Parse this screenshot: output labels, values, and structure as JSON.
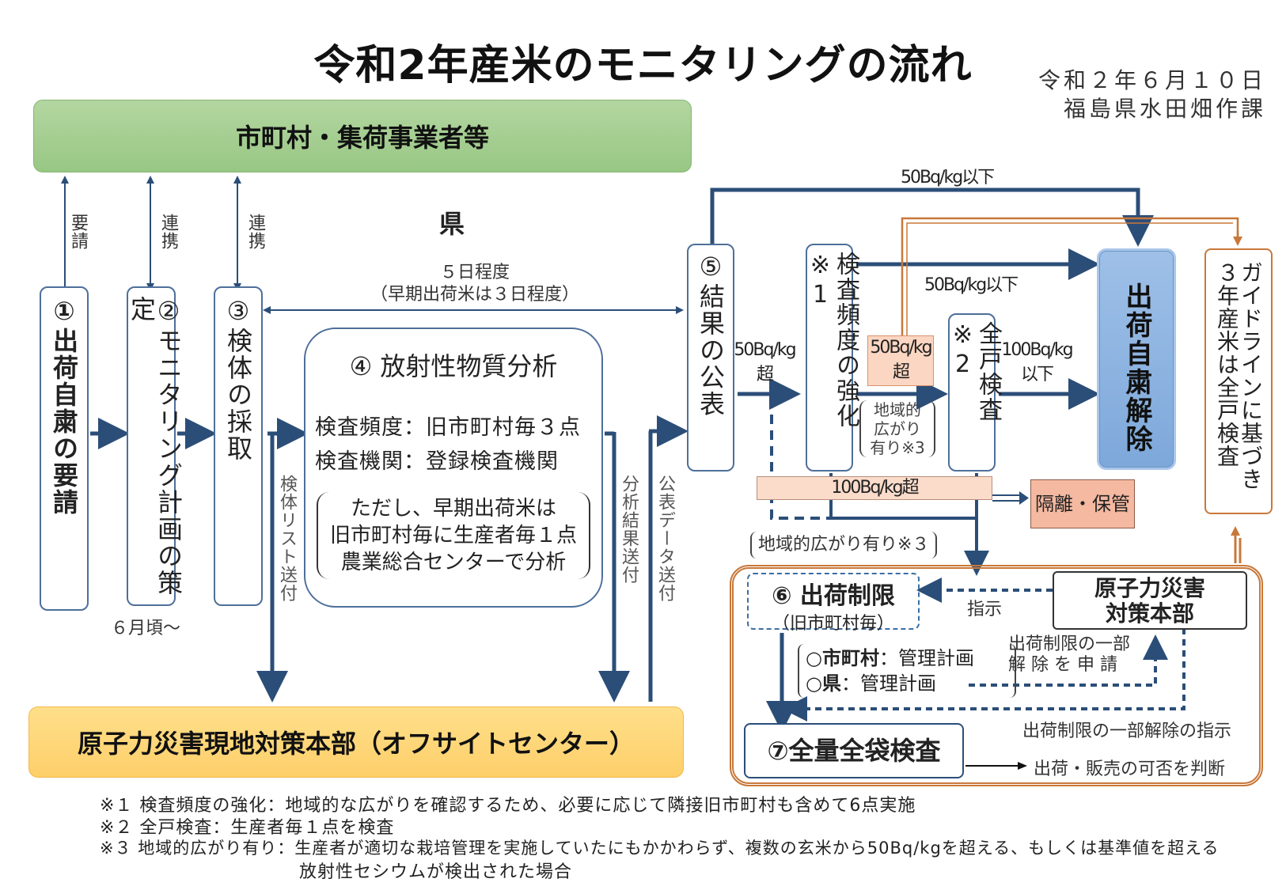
{
  "title": "令和2年産米のモニタリングの流れ",
  "date": [
    "令和２年６月１０日",
    "福島県水田畑作課"
  ],
  "top_box": "市町村・集荷事業者等",
  "bottom_box": "原子力災害現地対策本部（オフサイトセンター）",
  "prefecture_label": "県",
  "links": {
    "request": "要請",
    "cooperation_1": "連携",
    "cooperation_2": "連携"
  },
  "steps": {
    "s1": "①出荷自粛の要請",
    "s2": "②モニタリング計画の策定",
    "s2_time": "６月頃〜",
    "s3": "③検体の採取",
    "s4_title": "④ 放射性物質分析",
    "s4_frequency": "検査頻度：旧市町村毎３点",
    "s4_agency": "検査機関：登録検査機関",
    "s4_note": [
      "ただし、早期出荷米は",
      "旧市町村毎に生産者毎１点",
      "農業総合センターで分析"
    ],
    "s5": "⑤結果の公表",
    "intensify": "検査頻度の強化※1",
    "all_house": "全戸検査※2",
    "release": "出荷自粛解除",
    "guideline": "ガイドラインに基づき３年産米は全戸検査",
    "s6_title": "⑥ 出荷制限",
    "s6_sub": "（旧市町村毎）",
    "hq": [
      "原子力災害",
      "対策本部"
    ],
    "s7": "⑦全量全袋検査",
    "isolation": "隔離・保管"
  },
  "flow_labels": {
    "days": "５日程度",
    "days_early": "（早期出荷米は３日程度）",
    "sample_list": "検体リスト送付",
    "analysis_result": "分析結果送付",
    "public_data": "公表データ送付",
    "over50_a": [
      "50Bq/kg",
      "超"
    ],
    "over50_b": [
      "50Bq/kg",
      "超"
    ],
    "le50_top": "50Bq/kg以下",
    "le50_mid": "50Bq/kg以下",
    "le100": [
      "100Bq/kg",
      "以下"
    ],
    "over100": "100Bq/kg超",
    "regional_small": [
      "地域的",
      "広がり",
      "有り※3"
    ],
    "regional": "地域的広がり有り※３",
    "instruction": "指示",
    "mgmt_city_label": "○市町村",
    "mgmt_city_value": "：管理計画",
    "mgmt_pref_label": "○県",
    "mgmt_pref_value": "：管理計画",
    "apply_partial": [
      "出荷制限の一部",
      "解 除 を 申 請"
    ],
    "partial_instruction": "出荷制限の一部解除の指示",
    "judge": "出荷・販売の可否を判断"
  },
  "footnotes": [
    "※１ 検査頻度の強化：地域的な広がりを確認するため、必要に応じて隣接旧市町村も含めて6点実施",
    "※２ 全戸検査：生産者毎１点を検査",
    "※３ 地域的広がり有り：生産者が適切な栽培管理を実施していたにもかかわらず、複数の玄米から50Bq/kgを超える、もしくは基準値を超える",
    "放射性セシウムが検出された場合"
  ],
  "colors": {
    "flow_arrow": "#2b4e78",
    "guideline_arrow": "#c8783a",
    "top_box": "#a8d094",
    "bottom_box": "#fdd77d",
    "release_box": "#8db3e2",
    "isolation_box": "#f4b9a0"
  }
}
